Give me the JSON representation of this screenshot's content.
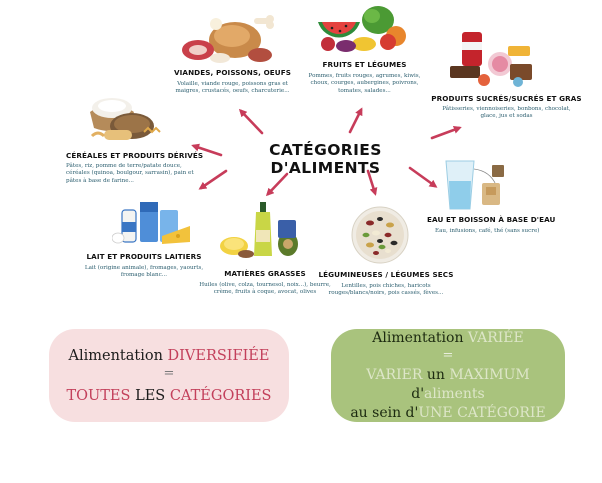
{
  "center": {
    "title": "CATÉGORIES D'ALIMENTS"
  },
  "categories": [
    {
      "key": "viandes",
      "title": "VIANDES, POISSONS, OEUFS",
      "desc": [
        "Volaille, viande rouge, poissons gras et",
        "maigres, crustacés, oeufs, charcuterie..."
      ]
    },
    {
      "key": "fruits",
      "title": "FRUITS ET LÉGUMES",
      "desc": [
        "Pommes, fruits rouges, agrumes, kiwis,",
        "choux, courges, aubergines, poivrons,",
        "tomates, salades..."
      ]
    },
    {
      "key": "sucres",
      "title": "PRODUITS SUCRÉS/SUCRÉS ET GRAS",
      "desc": [
        "Pâtisseries, viennoiseries, bonbons, chocolat,",
        "glace, jus et sodas"
      ]
    },
    {
      "key": "cereales",
      "title": "CÉRÉALES ET PRODUITS DÉRIVÉS",
      "desc": [
        "Pâtes, riz, pomme de terre/patate douce,",
        "céréales (quinoa, boulgour, sarrasin), pain et",
        "pâtes à base de farine..."
      ]
    },
    {
      "key": "eau",
      "title": "EAU ET BOISSON À BASE D'EAU",
      "desc": [
        "Eau, infusions, café, thé (sans sucre)"
      ]
    },
    {
      "key": "lait",
      "title": "LAIT ET PRODUITS LAITIERS",
      "desc": [
        "Lait (origine animale), fromages, yaourts,",
        "fromage blanc..."
      ]
    },
    {
      "key": "matieres",
      "title": "MATIÈRES GRASSES",
      "desc": [
        "Huiles (olive, colza, tournesol, noix...), beurre,",
        "crème, fruits à coque, avocat, olives"
      ]
    },
    {
      "key": "legumineuses",
      "title": "LÉGUMINEUSES / LÉGUMES SECS",
      "desc": [
        "Lentilles, pois chiches, haricots",
        "rouges/blancs/noirs, pois cassés, fèves..."
      ]
    }
  ],
  "box_diversifiee": {
    "line1_a": "Alimentation ",
    "line1_b": "DIVERSIFIÉE",
    "eq": "=",
    "line2_a": "TOUTES ",
    "line2_b": "LES ",
    "line2_c": "CATÉGORIES"
  },
  "box_variee": {
    "line1_a": "Alimentation ",
    "line1_b": "VARIÉE",
    "eq": "=",
    "line2_a": "VARIER ",
    "line2_b": "un ",
    "line2_c": "MAXIMUM ",
    "line2_d": "d'",
    "line2_e": "aliments",
    "line3_a": "au sein d'",
    "line3_b": "UNE CATÉGORIE"
  },
  "colors": {
    "arrow": "#c73c5a",
    "desc_text": "#2a5d6e",
    "pink_box": "#f7dfe0",
    "green_box": "#a9c37d",
    "pink_accent": "#c3405b",
    "green_accent": "#dde6c8"
  },
  "icons": [
    "meat-icon",
    "vegetables-icon",
    "sweets-icon",
    "bread-icon",
    "water-glass-icon",
    "milk-icon",
    "oil-bottle-icon",
    "beans-bowl-icon"
  ]
}
